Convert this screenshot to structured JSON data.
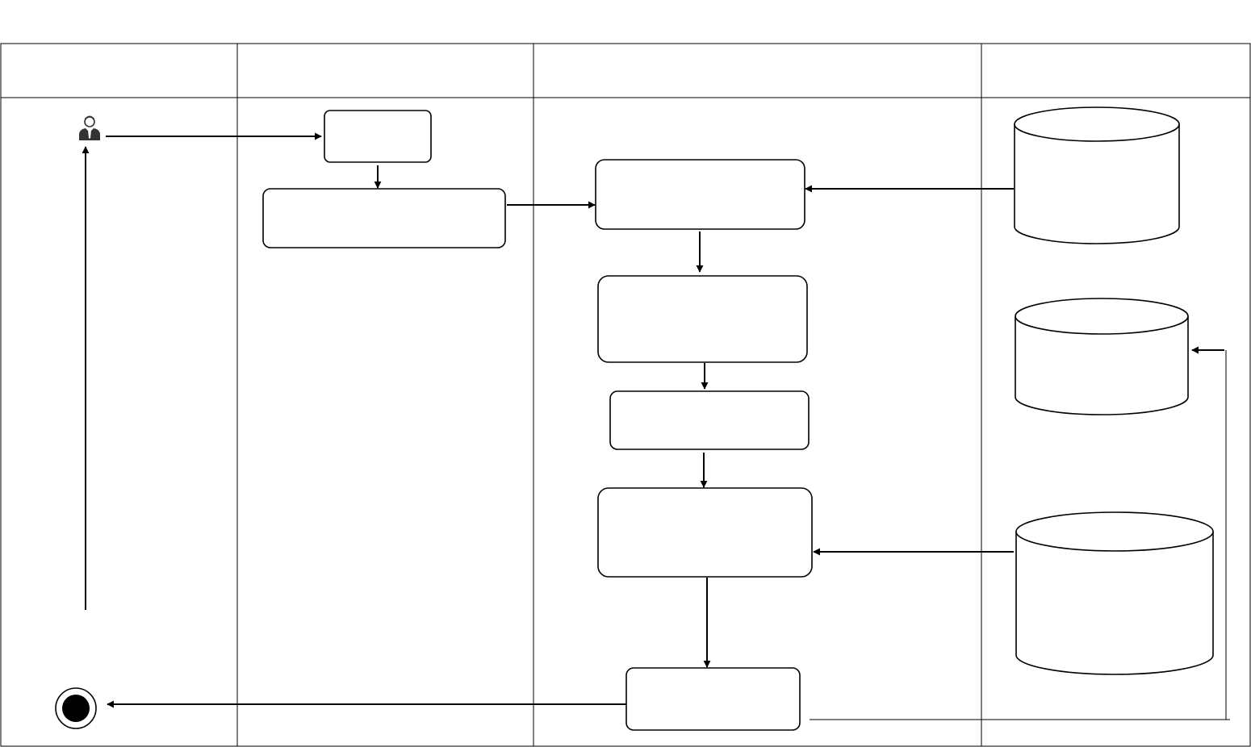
{
  "diagram": {
    "type": "swimlane-activity",
    "colors": {
      "line": "#000000",
      "background": "#ffffff",
      "fill": "#ffffff",
      "end_node": "#000000"
    },
    "lanes": [
      {
        "id": "lane-1",
        "header": ""
      },
      {
        "id": "lane-2",
        "header": ""
      },
      {
        "id": "lane-3",
        "header": ""
      },
      {
        "id": "lane-4",
        "header": ""
      }
    ],
    "nodes": [
      {
        "id": "actor",
        "kind": "actor",
        "icon": "user-icon",
        "label": ""
      },
      {
        "id": "box-a",
        "kind": "process",
        "label": ""
      },
      {
        "id": "box-b",
        "kind": "process",
        "label": ""
      },
      {
        "id": "box-c",
        "kind": "process",
        "label": ""
      },
      {
        "id": "box-d",
        "kind": "process",
        "label": ""
      },
      {
        "id": "box-e",
        "kind": "process",
        "label": ""
      },
      {
        "id": "box-f",
        "kind": "process",
        "label": ""
      },
      {
        "id": "box-g",
        "kind": "process",
        "label": ""
      },
      {
        "id": "db-1",
        "kind": "database",
        "label": ""
      },
      {
        "id": "db-2",
        "kind": "database",
        "label": ""
      },
      {
        "id": "db-3",
        "kind": "database",
        "label": ""
      },
      {
        "id": "end",
        "kind": "final-state",
        "label": ""
      }
    ],
    "edges": [
      {
        "from": "actor",
        "to": "box-a"
      },
      {
        "from": "box-a",
        "to": "box-b"
      },
      {
        "from": "box-b",
        "to": "box-c"
      },
      {
        "from": "db-1",
        "to": "box-c"
      },
      {
        "from": "box-c",
        "to": "box-d"
      },
      {
        "from": "box-d",
        "to": "box-e"
      },
      {
        "from": "box-e",
        "to": "box-f"
      },
      {
        "from": "db-3",
        "to": "box-f"
      },
      {
        "from": "box-f",
        "to": "box-g"
      },
      {
        "from": "box-g",
        "to": "end"
      },
      {
        "from": "box-g",
        "to": "db-2"
      },
      {
        "from": "end",
        "to": "actor"
      }
    ]
  }
}
